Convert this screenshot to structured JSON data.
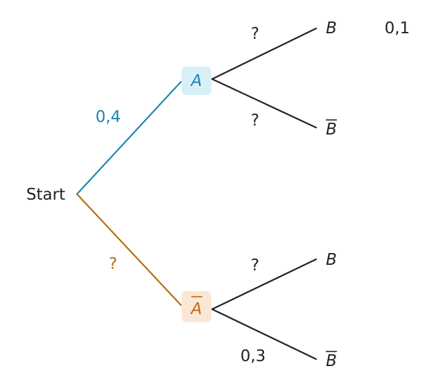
{
  "root": {
    "label": "Start"
  },
  "level1": [
    {
      "event": "A",
      "complement": false,
      "probability": "0,4",
      "tone": "a"
    },
    {
      "event": "A",
      "complement": true,
      "probability": "?",
      "tone": "abar"
    }
  ],
  "level2": [
    {
      "parent": 0,
      "event": "B",
      "complement": false,
      "probability": "?"
    },
    {
      "parent": 0,
      "event": "B",
      "complement": true,
      "probability": "?"
    },
    {
      "parent": 1,
      "event": "B",
      "complement": false,
      "probability": "?"
    },
    {
      "parent": 1,
      "event": "B",
      "complement": true,
      "probability": "0,3"
    }
  ],
  "side_note": {
    "value": "0,1"
  },
  "colors": {
    "a": "#1a86b0",
    "a_box": "#d9f0f9",
    "abar": "#bb6a0c",
    "abar_box": "#fbe7d5",
    "dark": "#222222"
  }
}
